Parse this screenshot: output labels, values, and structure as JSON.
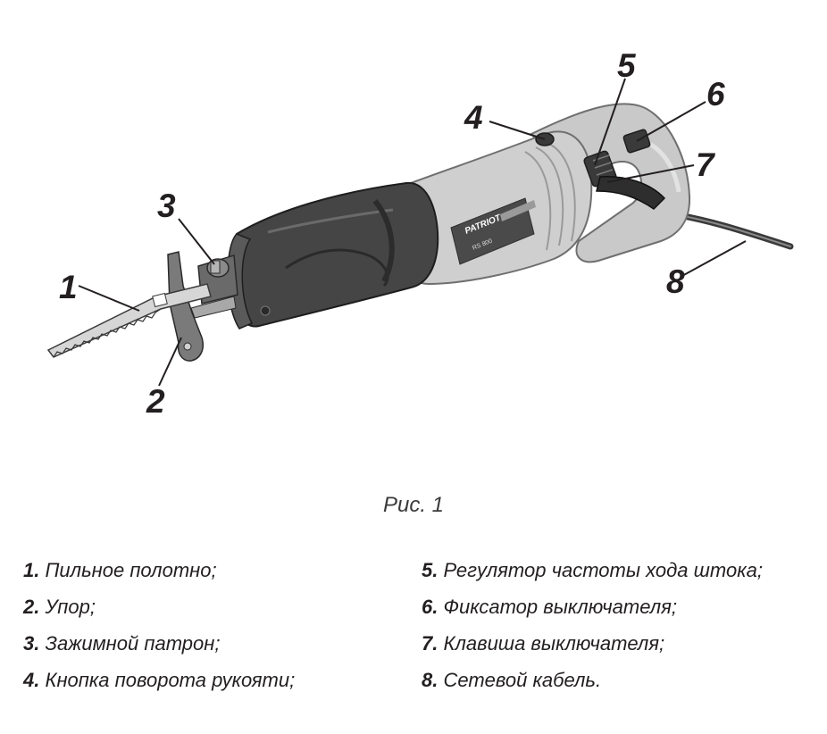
{
  "figure": {
    "brand_logo": "PATRIOT",
    "model_logo": "RS 800",
    "callouts": [
      "1",
      "2",
      "3",
      "4",
      "5",
      "6",
      "7",
      "8"
    ]
  },
  "caption": "Рис. 1",
  "legend": {
    "left": [
      {
        "num": "1.",
        "text": "Пильное полотно;"
      },
      {
        "num": "2.",
        "text": "Упор;"
      },
      {
        "num": "3.",
        "text": "Зажимной патрон;"
      },
      {
        "num": "4.",
        "text": "Кнопка поворота рукояти;"
      }
    ],
    "right": [
      {
        "num": "5.",
        "text": "Регулятор частоты хода штока;"
      },
      {
        "num": "6.",
        "text": "Фиксатор выключателя;"
      },
      {
        "num": "7.",
        "text": "Клавиша выключателя;"
      },
      {
        "num": "8.",
        "text": "Сетевой кабель."
      }
    ]
  }
}
